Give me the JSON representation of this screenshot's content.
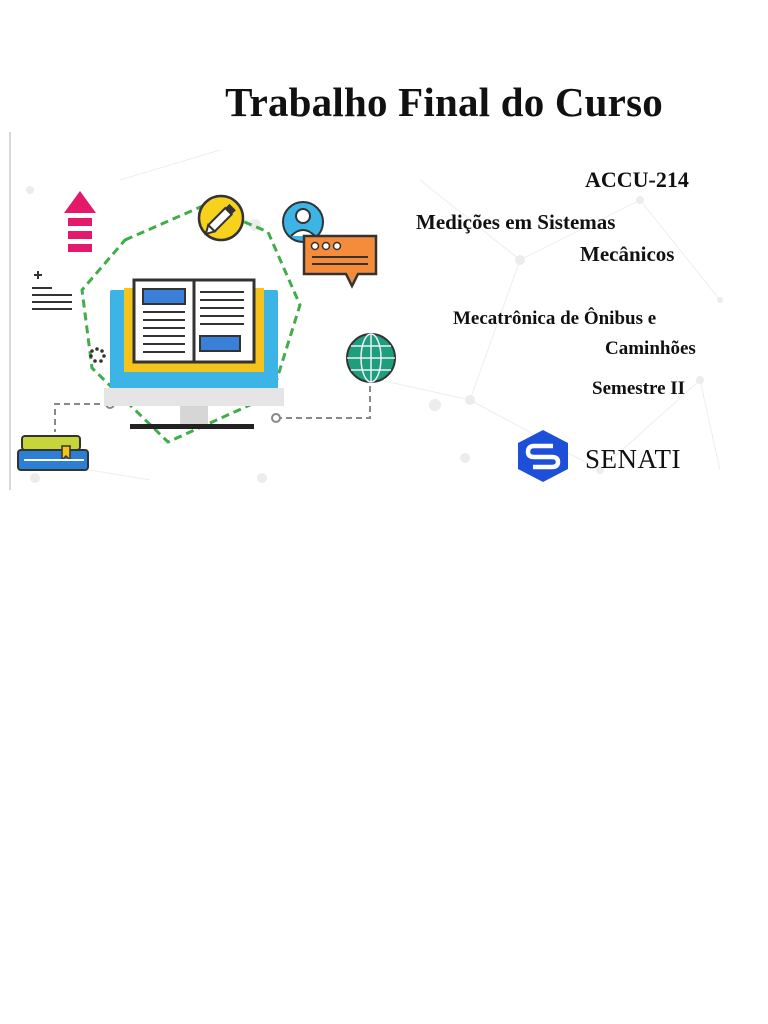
{
  "document": {
    "title": "Trabalho Final do Curso",
    "course_code": "ACCU-214",
    "course_name_line1": "Medições em Sistemas",
    "course_name_line2": "Mecânicos",
    "program_line1": "Mecatrônica de Ônibus e",
    "program_line2": "Caminhões",
    "semester": "Semestre II",
    "institution": "SENATI"
  },
  "colors": {
    "dashed_path": "#3fae49",
    "screen": "#3cb4e6",
    "book": "#f6c21c",
    "arrow": "#e5196b",
    "chat": "#f58c3c",
    "globe": "#1e9e7a",
    "logo": "#1d4fd8"
  },
  "icons": [
    "upload-arrow-icon",
    "pen-icon",
    "user-chat-icon",
    "list-icon",
    "loading-icon",
    "globe-icon",
    "books-icon",
    "senati-logo-icon"
  ]
}
